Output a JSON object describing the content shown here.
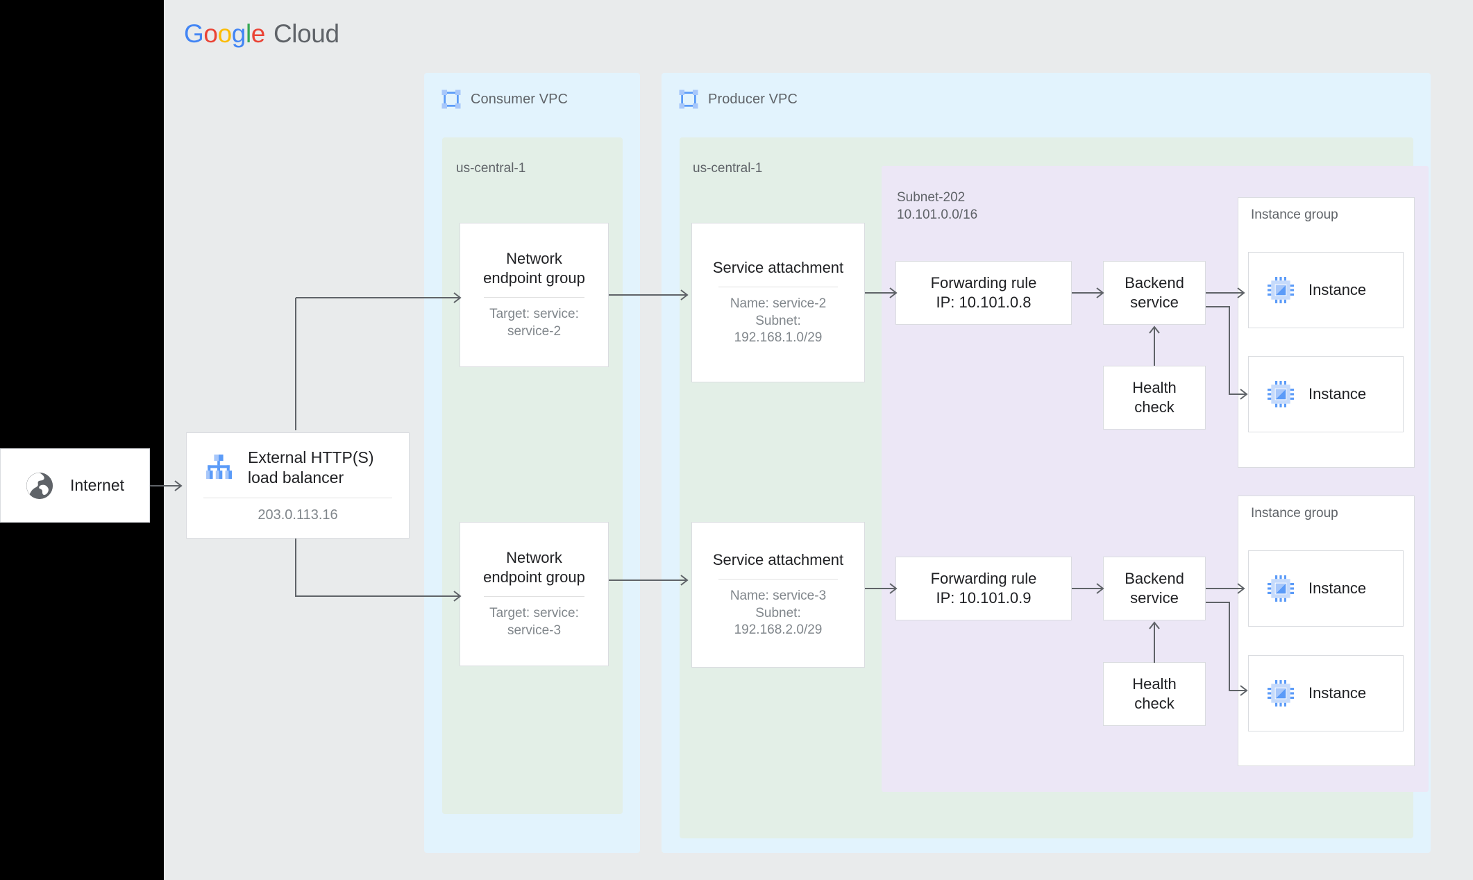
{
  "brand": {
    "google": [
      "G",
      "o",
      "o",
      "g",
      "l",
      "e"
    ],
    "cloud": "Cloud"
  },
  "internet": {
    "label": "Internet",
    "icon": "globe-icon"
  },
  "load_balancer": {
    "title": "External HTTP(S)\nload balancer",
    "ip": "203.0.113.16",
    "icon": "load-balancer-icon"
  },
  "consumer_vpc": {
    "label": "Consumer VPC",
    "icon": "vpc-network-icon",
    "region": "us-central-1",
    "negs": [
      {
        "title": "Network\nendpoint group",
        "sub": "Target: service:\nservice-2"
      },
      {
        "title": "Network\nendpoint group",
        "sub": "Target: service:\nservice-3"
      }
    ]
  },
  "producer_vpc": {
    "label": "Producer VPC",
    "icon": "vpc-network-icon",
    "region": "us-central-1",
    "subnet": {
      "name": "Subnet-202",
      "cidr": "10.101.0.0/16"
    },
    "service_attachments": [
      {
        "title": "Service attachment",
        "sub": "Name: service-2\nSubnet:\n192.168.1.0/29"
      },
      {
        "title": "Service attachment",
        "sub": "Name: service-3\nSubnet:\n192.168.2.0/29"
      }
    ],
    "rows": [
      {
        "forwarding_rule": "Forwarding rule\nIP: 10.101.0.8",
        "backend_service": "Backend\nservice",
        "health_check": "Health\ncheck",
        "instance_group": {
          "label": "Instance group",
          "instances": [
            {
              "label": "Instance",
              "icon": "vm-instance-icon"
            },
            {
              "label": "Instance",
              "icon": "vm-instance-icon"
            }
          ]
        }
      },
      {
        "forwarding_rule": "Forwarding rule\nIP: 10.101.0.9",
        "backend_service": "Backend\nservice",
        "health_check": "Health\ncheck",
        "instance_group": {
          "label": "Instance group",
          "instances": [
            {
              "label": "Instance",
              "icon": "vm-instance-icon"
            },
            {
              "label": "Instance",
              "icon": "vm-instance-icon"
            }
          ]
        }
      }
    ]
  },
  "colors": {
    "page_background": "#e9ebec",
    "vpc_fill": "#e2f3fd",
    "region_fill": "#e3efe7",
    "subnet_fill": "#ece7f6",
    "card_border": "#dadce0",
    "connector": "#5f6368",
    "accent_blue": "#4285f4",
    "icon_blue": "#5b9bf8",
    "icon_blue_light": "#a7c7fa",
    "text_primary": "#202124",
    "text_secondary": "#5f6368",
    "text_muted": "#80868b"
  }
}
